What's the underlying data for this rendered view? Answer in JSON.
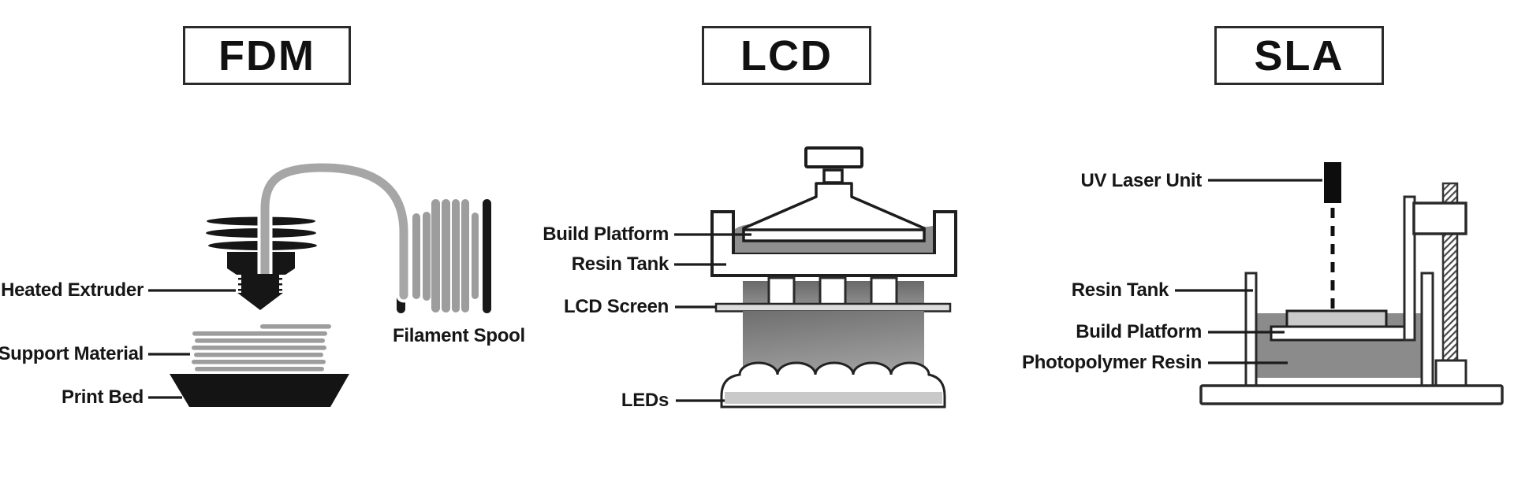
{
  "colors": {
    "background": "#ffffff",
    "ink": "#1a1a1a",
    "filament_gray": "#a6a6a6",
    "support_gray": "#9d9d9d",
    "lcd_resin_gray": "#8f8f8f",
    "sla_resin_gray": "#8b8b8b",
    "platform_gray": "#c9c9c9",
    "led_strip_gray": "#c9c9c9"
  },
  "panels": [
    {
      "title": "FDM",
      "labels": {
        "heated_extruder": "Heated Extruder",
        "support_material": "Support Material",
        "print_bed": "Print Bed",
        "filament_spool": "Filament Spool"
      }
    },
    {
      "title": "LCD",
      "labels": {
        "build_platform": "Build Platform",
        "resin_tank": "Resin Tank",
        "lcd_screen": "LCD Screen",
        "leds": "LEDs"
      }
    },
    {
      "title": "SLA",
      "labels": {
        "uv_laser_unit": "UV Laser Unit",
        "resin_tank": "Resin Tank",
        "build_platform": "Build Platform",
        "photopolymer_resin": "Photopolymer Resin"
      }
    }
  ]
}
